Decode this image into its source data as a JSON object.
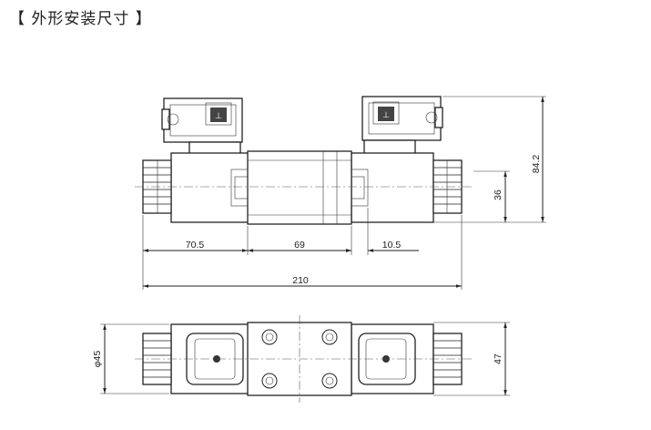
{
  "heading": "【 外形安装尺寸 】",
  "front_view": {
    "dim_left": "70.5",
    "dim_middle": "69",
    "dim_right": "10.5",
    "dim_total": "210",
    "dim_height_total": "84.2",
    "dim_axis_height": "36"
  },
  "top_view": {
    "dim_diameter": "φ45",
    "dim_width": "47"
  }
}
